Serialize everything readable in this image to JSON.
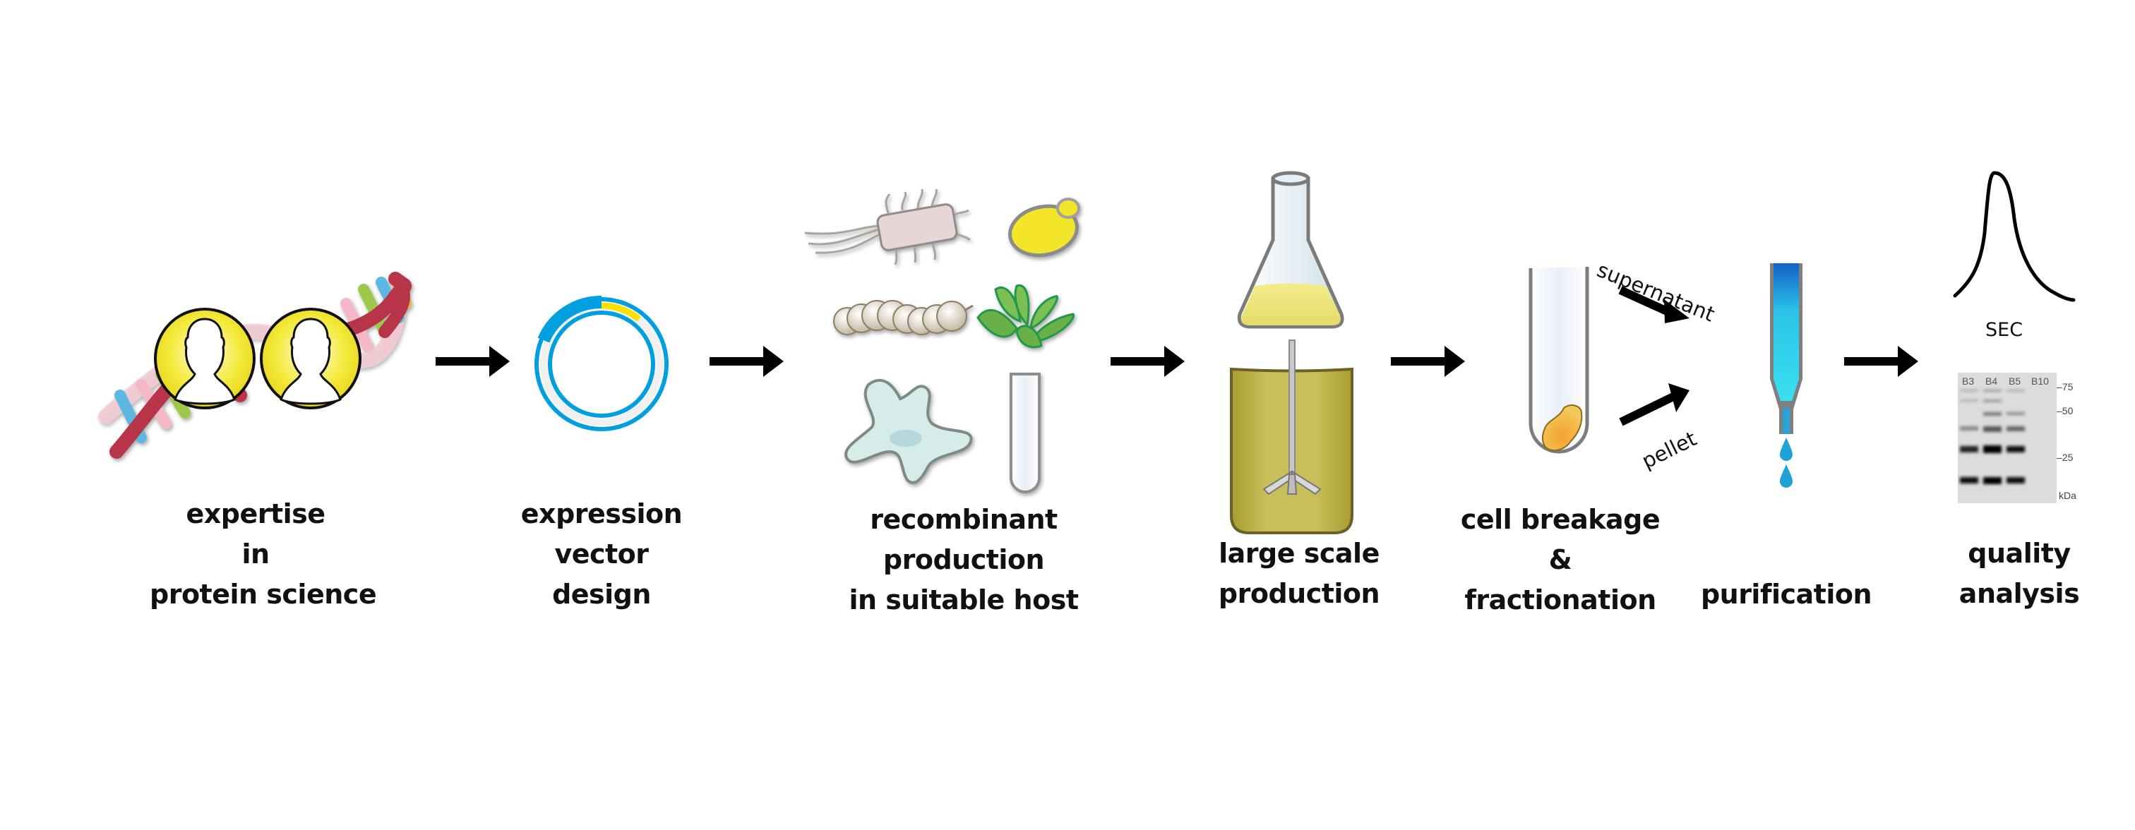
{
  "title": "Recombinant protein production workflow",
  "steps": [
    {
      "id": "expertise",
      "label_lines": [
        "expertise",
        "in",
        "protein science"
      ],
      "icon": "dna-experts-icon"
    },
    {
      "id": "vector",
      "label_lines": [
        "expression",
        "vector",
        "design"
      ],
      "icon": "plasmid-icon"
    },
    {
      "id": "host",
      "label_lines": [
        "recombinant",
        "production",
        "in suitable host"
      ],
      "icon": "host-organisms-icon",
      "hosts": [
        "bacterium",
        "yeast",
        "insect-larva",
        "plant",
        "mammalian-cell",
        "cell-free-tube"
      ]
    },
    {
      "id": "scale",
      "label_lines": [
        "large scale",
        "production"
      ],
      "icon": "flask-bioreactor-icon"
    },
    {
      "id": "breakage",
      "label_lines": [
        "cell breakage",
        "&",
        "fractionation"
      ],
      "icon": "centrifuge-tube-icon",
      "branches": [
        "supernatant",
        "pellet"
      ]
    },
    {
      "id": "purification",
      "label_lines": [
        "purification"
      ],
      "icon": "chromatography-column-icon"
    },
    {
      "id": "quality",
      "label_lines": [
        "quality",
        "analysis"
      ],
      "icon": "sec-gel-icon",
      "sec_label": "SEC",
      "gel": {
        "lanes": [
          "B3",
          "B4",
          "B5",
          "B10"
        ],
        "markers": [
          "75",
          "50",
          "25"
        ],
        "unit": "kDa"
      }
    }
  ],
  "colors": {
    "arrow": "#000000",
    "plasmid_blue": "#009fe0",
    "plasmid_yellow": "#ffe100",
    "avatar_yellow": "#f2e21a",
    "dna_red": "#b8354a",
    "column_blue": "#2bc3e8",
    "culture_yellow": "#e9e27a",
    "reactor_olive": "#b3a93c",
    "pellet_orange": "#f5a43a"
  }
}
